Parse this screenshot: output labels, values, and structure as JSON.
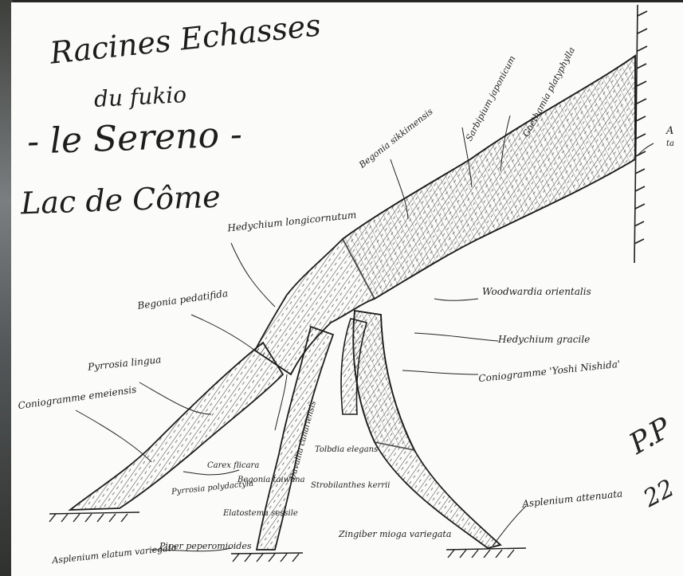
{
  "title": {
    "line1": "Racines Echasses",
    "line2": "du fukio",
    "line3": "- le Sereno -",
    "line4": "Lac de Côme"
  },
  "labels": {
    "begonia_sikkimensis": "Begonia sikkimensis",
    "sarbipium": "Sarbipium japonicum",
    "goethamia": "Goethamia platyphylla",
    "hedychium_longicornutum": "Hedychium longicornutum",
    "woodwardia": "Woodwardia orientalis",
    "begonia_pedatifida": "Begonia pedatifida",
    "hedychium_gracile": "Hedychium gracile",
    "pyrrosia_lingua": "Pyrrosia lingua",
    "coniogramme_ym": "Coniogramme 'Yoshi Nishida'",
    "coniogramme_emeiensis": "Coniogramme emeiensis",
    "davallia": "Davallia canariensis",
    "tolbdia": "Tolbdia elegans",
    "carex": "Carex flicara",
    "pyrrosia_polydactyla": "Pyrrosia polydactyla",
    "begonia_taiwana": "Begonia taiwana",
    "strobilanthes": "Strobilanthes kerrii",
    "elatostema": "Elatostema sessile",
    "asplenium_elatum": "Asplenium elatum variegata",
    "piper": "Piper peperomioides",
    "zingiber": "Zingiber mioga variegata",
    "asplenium_attenuata": "Asplenium attenuata",
    "top_right_a": "A",
    "top_right_b": "ta"
  },
  "signature": {
    "initials": "P.P",
    "number": "22"
  },
  "colors": {
    "paper": "#fbfbf9",
    "ink": "#1d1d1d",
    "photo_bg": "#6f6a62"
  }
}
